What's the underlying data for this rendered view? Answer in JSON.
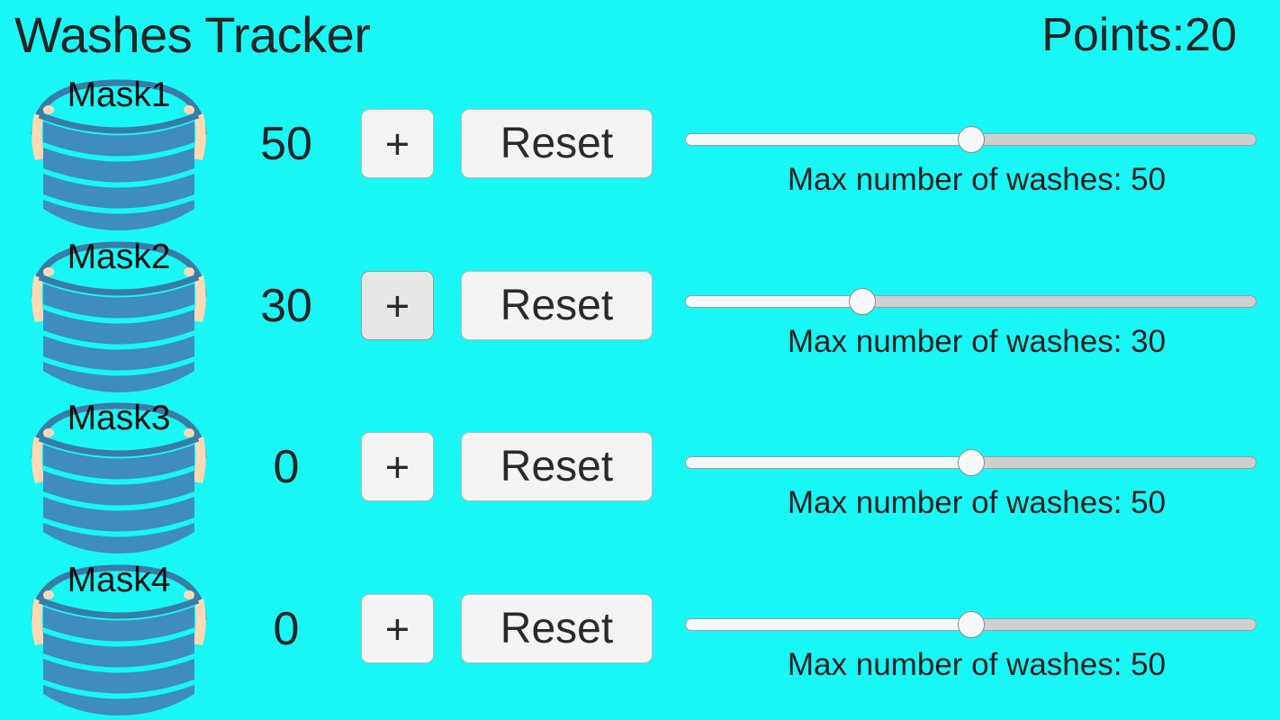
{
  "app": {
    "title": "Washes Tracker",
    "points_label": "Points:20",
    "background_color": "#18f6f6",
    "mask_body_color": "#3e8cc0",
    "mask_strap_color": "#3a7ca8",
    "mask_ear_color": "#ffd9b3"
  },
  "rows": [
    {
      "mask_label": "Mask1",
      "count": "50",
      "plus_label": "+",
      "reset_label": "Reset",
      "slider_percent": 50,
      "slider_caption": "Max number of washes: 50",
      "plus_pressed": false
    },
    {
      "mask_label": "Mask2",
      "count": "30",
      "plus_label": "+",
      "reset_label": "Reset",
      "slider_percent": 31,
      "slider_caption": "Max number of washes: 30",
      "plus_pressed": true
    },
    {
      "mask_label": "Mask3",
      "count": "0",
      "plus_label": "+",
      "reset_label": "Reset",
      "slider_percent": 50,
      "slider_caption": "Max number of washes: 50",
      "plus_pressed": false
    },
    {
      "mask_label": "Mask4",
      "count": "0",
      "plus_label": "+",
      "reset_label": "Reset",
      "slider_percent": 50,
      "slider_caption": "Max number of washes: 50",
      "plus_pressed": false
    }
  ]
}
